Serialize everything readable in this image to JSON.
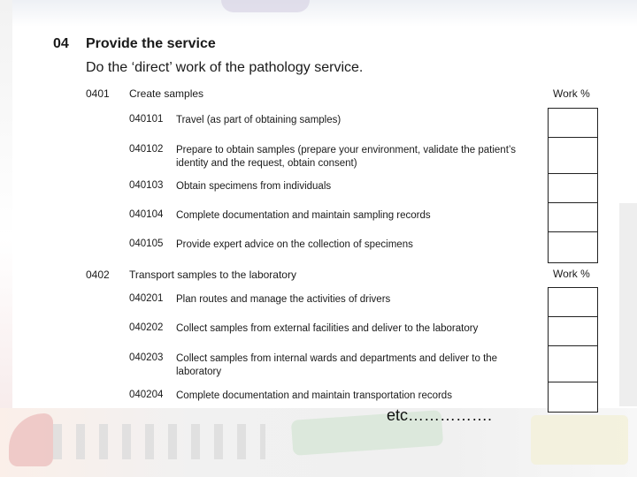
{
  "section": {
    "number": "04",
    "title": "Provide the service",
    "subtitle": "Do the ‘direct’ work of the pathology service."
  },
  "groups": [
    {
      "code": "0401",
      "title": "Create samples",
      "work_label": "Work %",
      "items": [
        {
          "code": "040101",
          "text": "Travel (as part of obtaining samples)"
        },
        {
          "code": "040102",
          "text": "Prepare to obtain samples (prepare your environment, validate the patient’s identity and the request, obtain consent)"
        },
        {
          "code": "040103",
          "text": "Obtain specimens from individuals"
        },
        {
          "code": "040104",
          "text": "Complete documentation and maintain sampling records"
        },
        {
          "code": "040105",
          "text": "Provide expert advice on the collection of specimens"
        }
      ]
    },
    {
      "code": "0402",
      "title": "Transport samples to the laboratory",
      "work_label": "Work %",
      "items": [
        {
          "code": "040201",
          "text": "Plan routes and manage the activities of drivers"
        },
        {
          "code": "040202",
          "text": "Collect samples from external facilities and deliver to the laboratory"
        },
        {
          "code": "040203",
          "text": "Collect samples from internal wards and departments and deliver to the laboratory"
        },
        {
          "code": "040204",
          "text": "Complete documentation and maintain transportation records"
        }
      ]
    }
  ],
  "footer": {
    "etc": "etc……………."
  }
}
